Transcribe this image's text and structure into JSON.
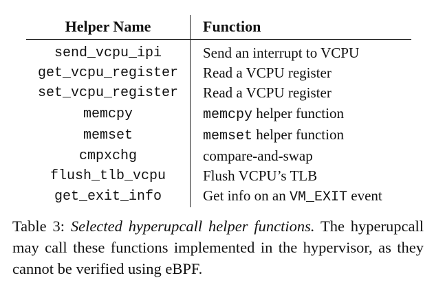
{
  "table": {
    "headers": {
      "name": "Helper Name",
      "function": "Function"
    },
    "rows": [
      {
        "name": "send_vcpu_ipi",
        "function": [
          {
            "text": "Send an interrupt to VCPU",
            "mono": false
          }
        ]
      },
      {
        "name": "get_vcpu_register",
        "function": [
          {
            "text": "Read a VCPU register",
            "mono": false
          }
        ]
      },
      {
        "name": "set_vcpu_register",
        "function": [
          {
            "text": "Read a VCPU register",
            "mono": false
          }
        ]
      },
      {
        "name": "memcpy",
        "function": [
          {
            "text": "memcpy",
            "mono": true
          },
          {
            "text": " helper function",
            "mono": false
          }
        ]
      },
      {
        "name": "memset",
        "function": [
          {
            "text": "memset",
            "mono": true
          },
          {
            "text": " helper function",
            "mono": false
          }
        ]
      },
      {
        "name": "cmpxchg",
        "function": [
          {
            "text": "compare-and-swap",
            "mono": false
          }
        ]
      },
      {
        "name": "flush_tlb_vcpu",
        "function": [
          {
            "text": "Flush VCPU’s TLB",
            "mono": false
          }
        ]
      },
      {
        "name": "get_exit_info",
        "function": [
          {
            "text": "Get info on an ",
            "mono": false
          },
          {
            "text": "VM_EXIT",
            "mono": true
          },
          {
            "text": " event",
            "mono": false
          }
        ]
      }
    ]
  },
  "caption": {
    "label": "Table 3:",
    "title": "Selected hyperupcall helper functions.",
    "body": "The hyperupcall may call these functions implemented in the hypervisor, as they cannot be verified using eBPF."
  }
}
